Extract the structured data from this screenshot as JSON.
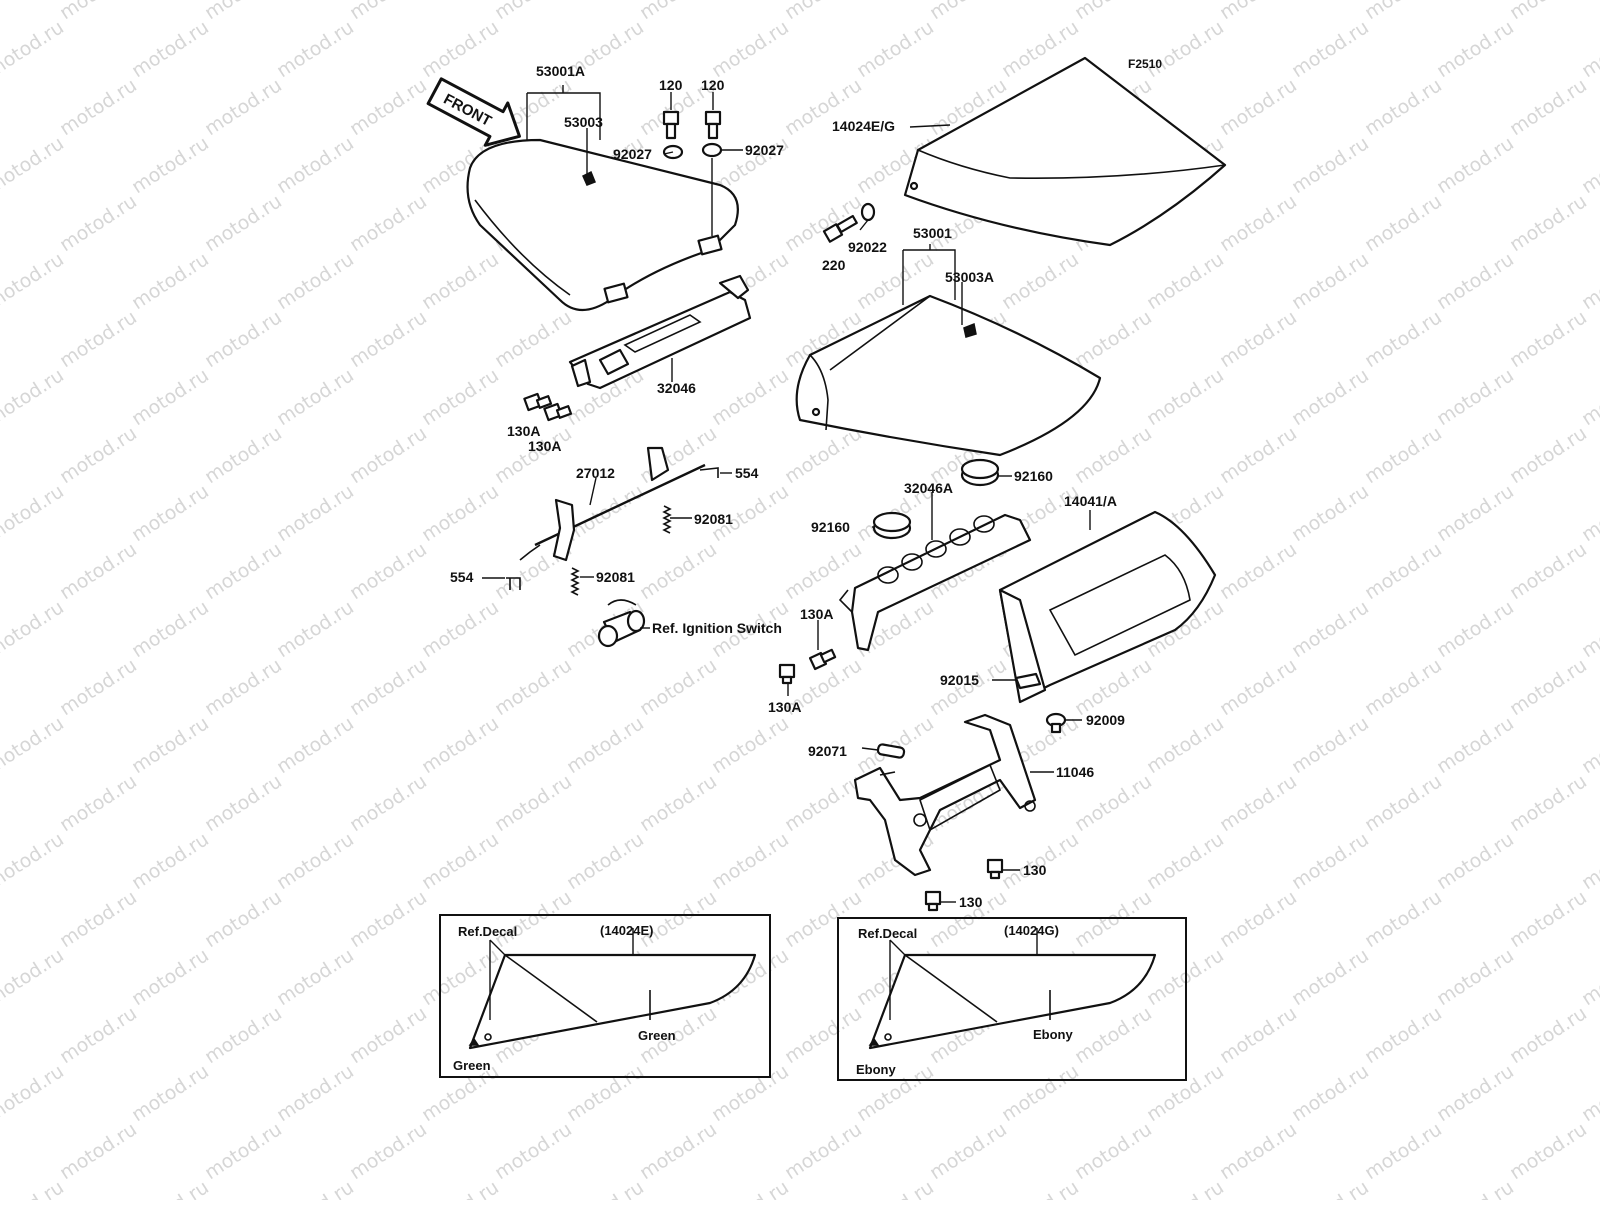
{
  "watermark": "motod.ru",
  "figure_id": "F2510",
  "front_arrow": "FRONT",
  "callouts": {
    "c53001A": "53001A",
    "c53003": "53003",
    "c120a": "120",
    "c120b": "120",
    "c92027a": "92027",
    "c92027b": "92027",
    "c14024EG": "14024E/G",
    "c92022": "92022",
    "c220": "220",
    "c53001": "53001",
    "c53003A": "53003A",
    "c32046": "32046",
    "c130Aa": "130A",
    "c130Ab": "130A",
    "c27012": "27012",
    "c554a": "554",
    "c554b": "554",
    "c92081a": "92081",
    "c92081b": "92081",
    "cIgnition": "Ref. Ignition Switch",
    "c92160a": "92160",
    "c92160b": "92160",
    "c32046A": "32046A",
    "c14041A": "14041/A",
    "c130Ac": "130A",
    "c130Ad": "130A",
    "c92015": "92015",
    "c92009": "92009",
    "c92071": "92071",
    "c11046": "11046",
    "c130a": "130",
    "c130b": "130"
  },
  "inset_left": {
    "ref_decal": "Ref.Decal",
    "part": "(14024E)",
    "color_center": "Green",
    "color_corner": "Green"
  },
  "inset_right": {
    "ref_decal": "Ref.Decal",
    "part": "(14024G)",
    "color_center": "Ebony",
    "color_corner": "Ebony"
  }
}
